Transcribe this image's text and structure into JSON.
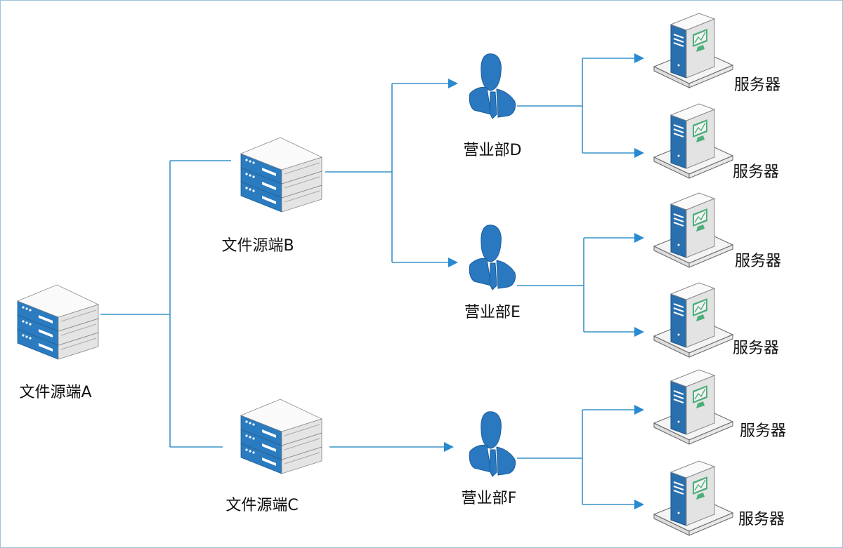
{
  "sources": [
    {
      "id": "A",
      "label": "文件源端A"
    },
    {
      "id": "B",
      "label": "文件源端B"
    },
    {
      "id": "C",
      "label": "文件源端C"
    }
  ],
  "departments": [
    {
      "id": "D",
      "label": "营业部D"
    },
    {
      "id": "E",
      "label": "营业部E"
    },
    {
      "id": "F",
      "label": "营业部F"
    }
  ],
  "servers": [
    {
      "label": "服务器"
    },
    {
      "label": "服务器"
    },
    {
      "label": "服务器"
    },
    {
      "label": "服务器"
    },
    {
      "label": "服务器"
    },
    {
      "label": "服务器"
    }
  ],
  "colors": {
    "accent": "#2a7bbf",
    "line": "#3a93cc",
    "screen": "#4caf7a",
    "face_light": "#e6e6e6"
  },
  "icons": {
    "source": "server-stack-icon",
    "department": "person-icon",
    "server": "tower-server-icon"
  }
}
